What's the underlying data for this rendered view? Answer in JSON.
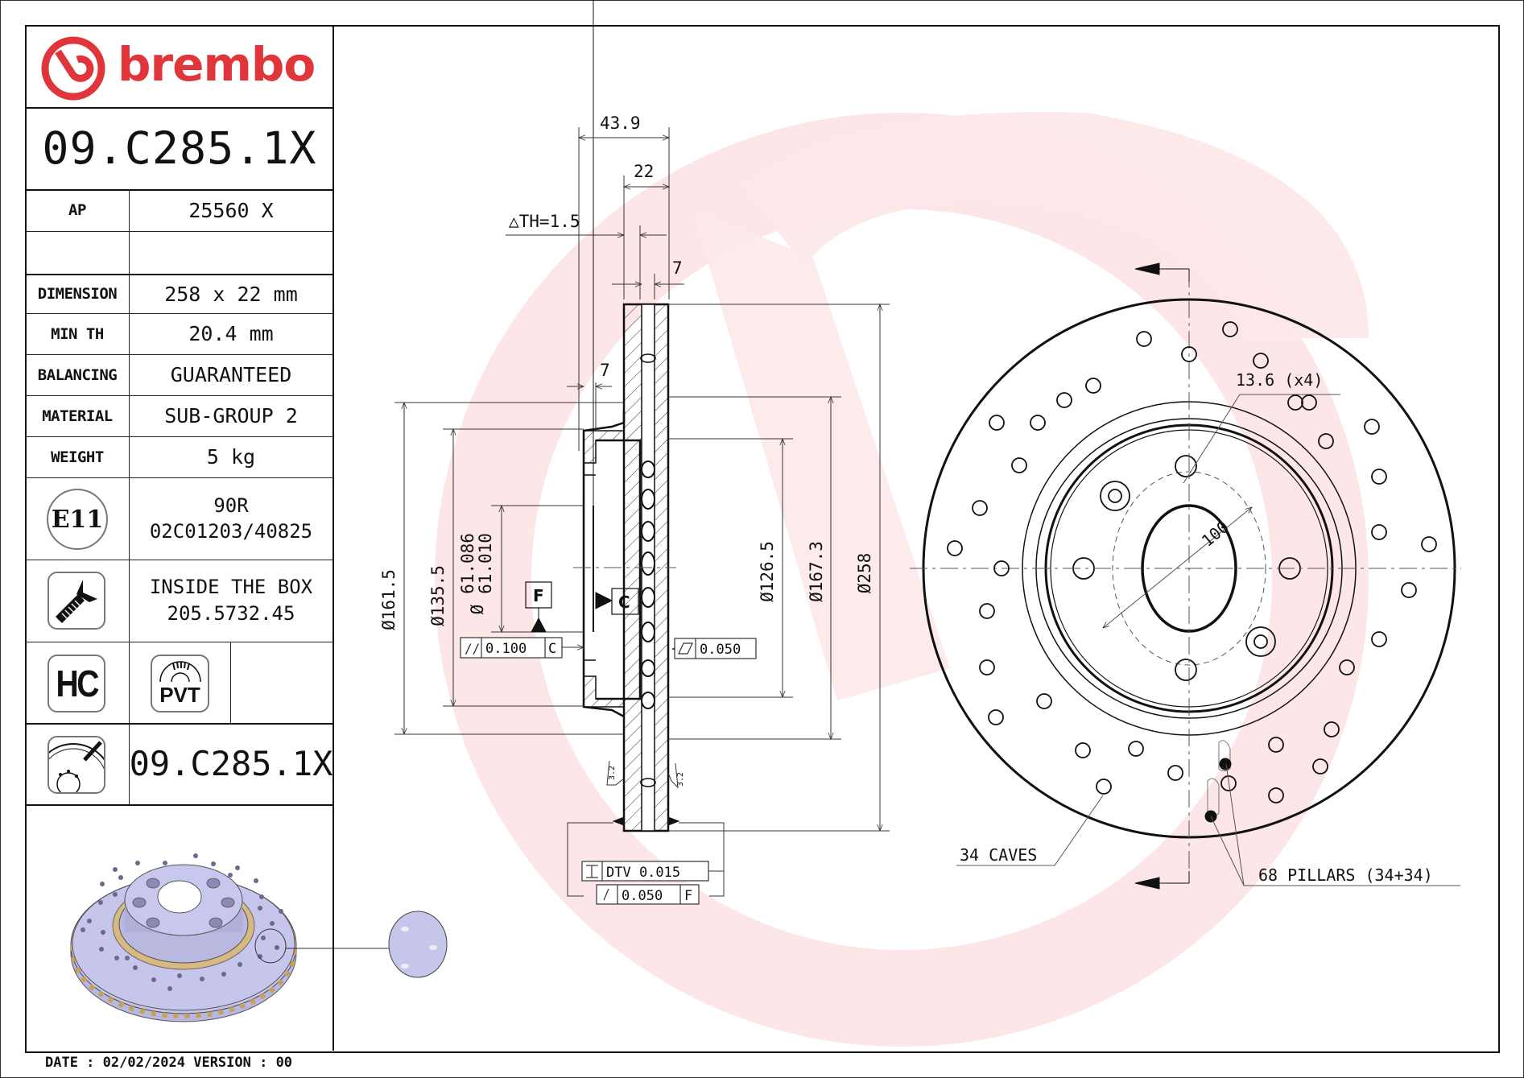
{
  "header": {
    "brand": "brembo",
    "brand_color": "#e0353a",
    "part_number": "09.C285.1X"
  },
  "specs": [
    {
      "label": "AP",
      "value": "25560 X"
    },
    {
      "label": "",
      "value": ""
    },
    {
      "label": "DIMENSION",
      "value": "258 x 22 mm"
    },
    {
      "label": "MIN TH",
      "value": "20.4 mm"
    },
    {
      "label": "BALANCING",
      "value": "GUARANTEED"
    },
    {
      "label": "MATERIAL",
      "value": "SUB-GROUP 2"
    },
    {
      "label": "WEIGHT",
      "value": "5 kg"
    }
  ],
  "homologation": {
    "icon_label": "E11",
    "line1": "90R",
    "line2": "02C01203/40825"
  },
  "screws": {
    "line1": "INSIDE THE BOX",
    "line2": "205.5732.45"
  },
  "badges": {
    "hc": "HC",
    "pvt": "PVT"
  },
  "reference": {
    "part_number": "09.C285.1X"
  },
  "footer": {
    "text": "DATE : 02/02/2024 VERSION : 00"
  },
  "section_view": {
    "dim_overall_width": "43.9",
    "dim_thickness": "22",
    "dim_th_variation": "△TH=1.5",
    "dim_flange_top": "7",
    "dim_hat_wall": "7",
    "dia_161_5": "Ø161.5",
    "dia_135_5": "Ø135.5",
    "dia_bore_max": "61.086",
    "dia_bore_min": "61.010",
    "dia_bore_symbol": "Ø",
    "dia_126_5": "Ø126.5",
    "dia_167_3": "Ø167.3",
    "dia_258": "Ø258",
    "datum_f": "F",
    "datum_c": "C",
    "parallelism_symbol": "//",
    "parallelism_value": "0.100",
    "parallelism_datum": "C",
    "flatness_value": "0.050",
    "roughness_left": "3.2",
    "roughness_right": "3.2",
    "dtv_label": "DTV 0.015",
    "runout_value": "0.050",
    "runout_datum": "F"
  },
  "front_view": {
    "bolt_hole_dim": "13.6 (x4)",
    "pcd": "100",
    "caves_label": "34 CAVES",
    "pillars_label": "68 PILLARS (34+34)"
  }
}
